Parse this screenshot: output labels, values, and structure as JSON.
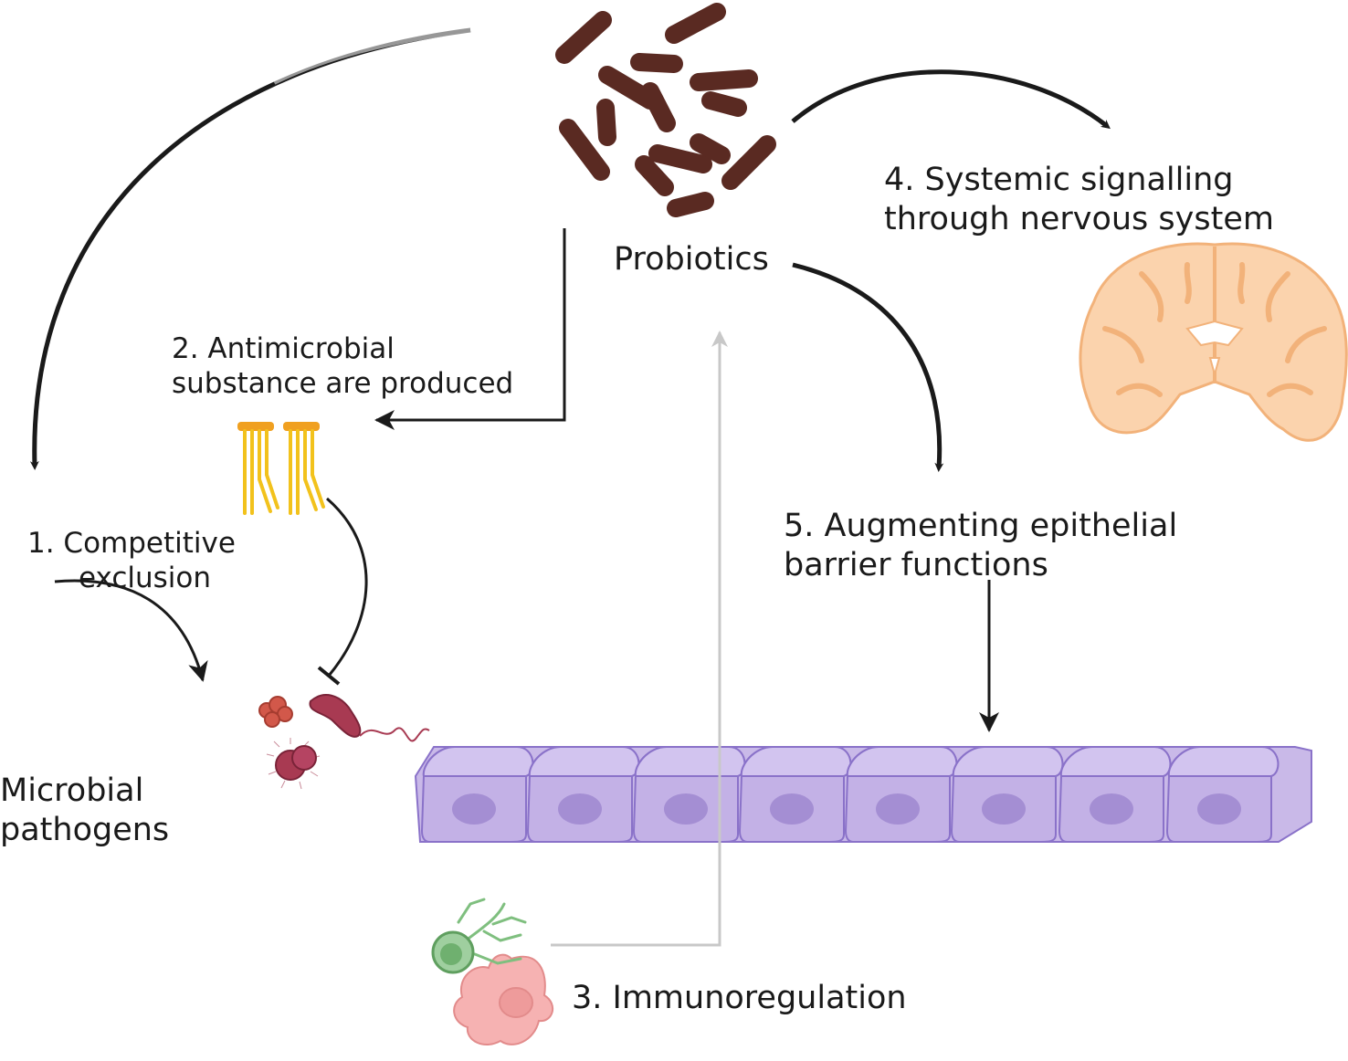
{
  "diagram": {
    "center": {
      "label": "Probiotics"
    },
    "mechanisms": [
      {
        "id": "competitive-exclusion",
        "lines": [
          "1.  Competitive",
          "exclusion"
        ]
      },
      {
        "id": "antimicrobial",
        "lines": [
          "2. Antimicrobial",
          "substance are produced"
        ]
      },
      {
        "id": "immunoregulation",
        "lines": [
          "3. Immunoregulation"
        ]
      },
      {
        "id": "systemic-signalling",
        "lines": [
          "4. Systemic signalling",
          "through nervous system"
        ]
      },
      {
        "id": "epithelial-barrier",
        "lines": [
          "5. Augmenting epithelial",
          "barrier functions"
        ]
      }
    ],
    "pathogens": {
      "lines": [
        "Microbial",
        "pathogens"
      ]
    },
    "icons": {
      "probiotics": "rod-bacteria-cluster-icon",
      "antimicrobial": "antimicrobial-peptide-icon",
      "pathogens": "microbial-pathogens-icon",
      "epithelium": "epithelial-cell-layer-icon",
      "immune": "immune-cells-icon",
      "brain": "brain-icon"
    },
    "colors": {
      "bacteria": "#5a2a22",
      "peptide": "#f2b51c",
      "pathogen": "#a83a52",
      "epithelium": "#c9b9e8",
      "brain": "#fbd3ad",
      "immune_green": "#9fcf9f",
      "immune_pink": "#f6b2b2",
      "arrow": "#1a1a1a"
    }
  }
}
